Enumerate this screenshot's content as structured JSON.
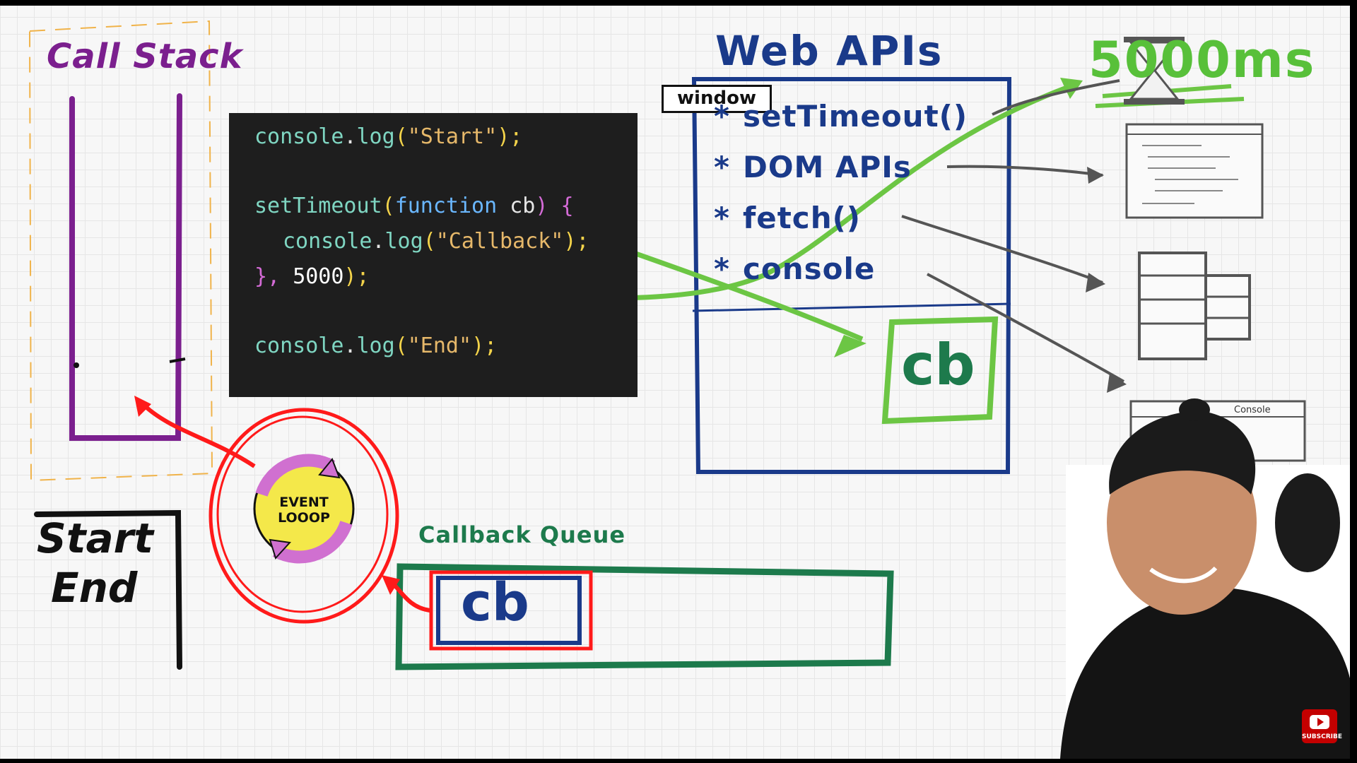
{
  "diagram": {
    "call_stack_title": "Call Stack",
    "web_apis_title": "Web APIs",
    "window_label": "window",
    "web_api_items": [
      "setTimeout()",
      "DOM APIs",
      "fetch()",
      "console"
    ],
    "api_bullet": "*",
    "callback_queue_title": "Callback Queue",
    "event_loop_label_line1": "EVENT",
    "event_loop_label_line2": "LOOOP",
    "timer_label": "5000ms",
    "cb_in_web_apis": "cb",
    "cb_in_queue": "cb",
    "console_output": [
      "Start",
      "End"
    ]
  },
  "code": {
    "line1": {
      "obj": "console",
      "dot": ".",
      "fn": "log",
      "open": "(",
      "str": "\"Start\"",
      "close": ");"
    },
    "line2": {
      "fn": "setTimeout",
      "open": "(",
      "kw": "function",
      "space": " ",
      "param": "cb",
      "close": ")",
      "brace": " {"
    },
    "line3": {
      "obj": "console",
      "dot": ".",
      "fn": "log",
      "open": "(",
      "str": "\"Callback\"",
      "close": ");"
    },
    "line4": {
      "brace": "}",
      "comma": ", ",
      "num": "5000",
      "close": ");"
    },
    "line5": {
      "obj": "console",
      "dot": ".",
      "fn": "log",
      "open": "(",
      "str": "\"End\"",
      "close": ");"
    }
  },
  "colors": {
    "call_stack": "#7b1f8e",
    "web_apis": "#1a3a8a",
    "callback_queue": "#1d7a4c",
    "green_arrows": "#6cc644",
    "event_loop_red": "#ff1a1a",
    "code_bg": "#1e1e1e"
  },
  "icons": {
    "hourglass": "hourglass-icon",
    "dom_sketch": "html-document-icon",
    "server_sketch": "server-icon",
    "devtools_sketch": "devtools-window-icon",
    "event_loop": "cycle-arrows-icon",
    "subscribe": "youtube-subscribe-icon"
  },
  "badge": {
    "subscribe_text": "SUBSCRIBE"
  }
}
